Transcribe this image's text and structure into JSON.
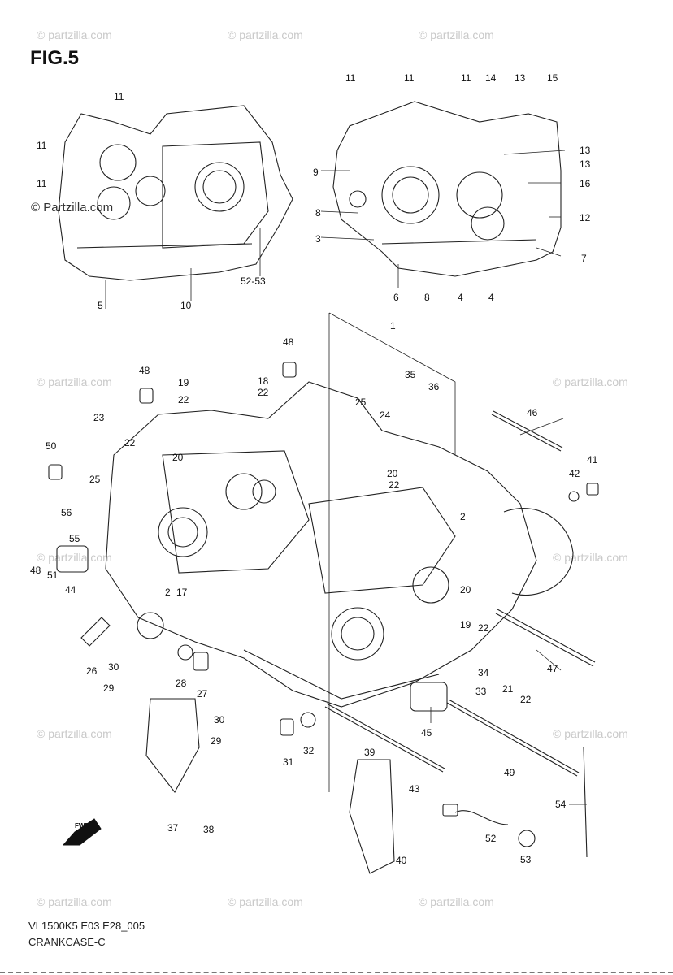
{
  "header": {
    "figure_label": "FIG.5"
  },
  "footer": {
    "model_code": "VL1500K5 E03 E28_005",
    "section_name": "CRANKCASE-C"
  },
  "branding": {
    "logo_text": "© Partzilla.com",
    "watermark_text": "© partzilla.com"
  },
  "fwd_symbol": {
    "label": "FWD"
  },
  "callouts": [
    "1",
    "2",
    "2",
    "3",
    "4",
    "4",
    "5",
    "6",
    "7",
    "8",
    "8",
    "9",
    "10",
    "11",
    "11",
    "11",
    "11",
    "11",
    "11",
    "12",
    "13",
    "13",
    "13",
    "14",
    "15",
    "16",
    "17",
    "18",
    "19",
    "19",
    "20",
    "20",
    "20",
    "21",
    "22",
    "22",
    "22",
    "22",
    "22",
    "22",
    "23",
    "24",
    "25",
    "25",
    "26",
    "27",
    "28",
    "29",
    "29",
    "30",
    "30",
    "31",
    "32",
    "33",
    "34",
    "35",
    "36",
    "37",
    "38",
    "39",
    "40",
    "41",
    "42",
    "43",
    "44",
    "45",
    "46",
    "47",
    "48",
    "48",
    "48",
    "49",
    "50",
    "51",
    "52",
    "52-53",
    "53",
    "54",
    "55",
    "56"
  ]
}
